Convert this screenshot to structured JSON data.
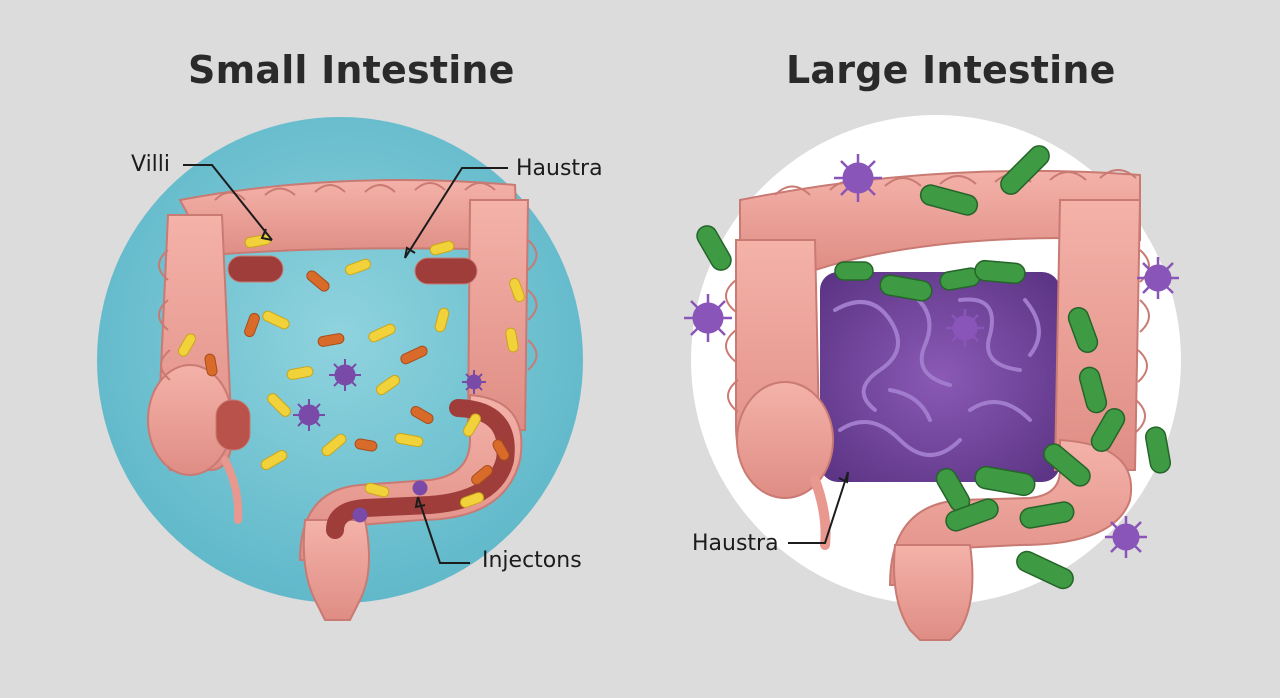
{
  "panels": {
    "left": {
      "title": "Small Intestine",
      "labels": {
        "villi": "Villi",
        "haustra": "Haustra",
        "injections": "Injectons"
      }
    },
    "right": {
      "title": "Large Intestine",
      "labels": {
        "haustra": "Haustra"
      }
    }
  },
  "colors": {
    "background": "#dcdcdc",
    "left_disc": "#6cc0cf",
    "right_disc": "#ffffff",
    "intestine": "#e8988f",
    "intestine_dark": "#c9706a",
    "bacteria_yellow": "#f2d23a",
    "bacteria_orange": "#d86a2a",
    "bacteria_green": "#3e9a43",
    "virus_purple": "#7a4aa8",
    "lumen_purple": "#6c3f96"
  }
}
